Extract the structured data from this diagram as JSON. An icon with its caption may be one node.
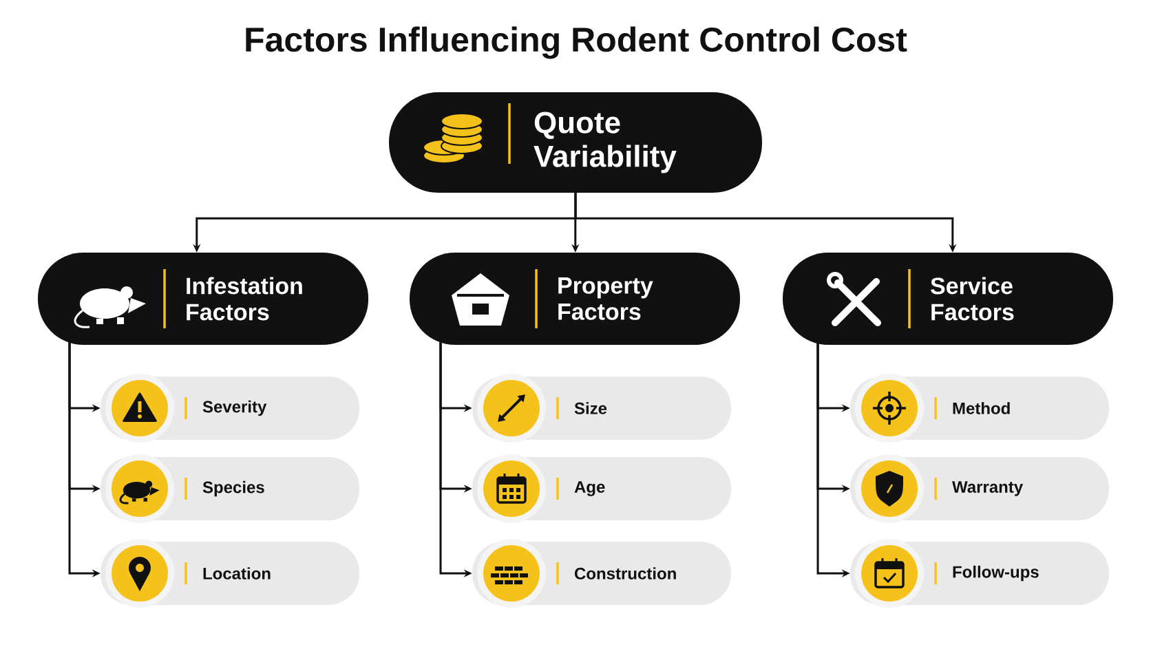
{
  "diagram": {
    "title": "Factors Influencing Rodent Control Cost",
    "nodes": [
      {
        "text": [
          "Quote Variability"
        ]
      },
      {
        "text": [
          "Infestation Factors"
        ]
      },
      {
        "text": [
          "Property Factors"
        ]
      },
      {
        "text": [
          "Service Factors"
        ]
      },
      {
        "text": [
          "Severity"
        ]
      },
      {
        "text": [
          "Species"
        ]
      },
      {
        "text": [
          "Location"
        ]
      },
      {
        "text": [
          "Size"
        ]
      },
      {
        "text": [
          "Age"
        ]
      },
      {
        "text": [
          "Construction"
        ]
      },
      {
        "text": [
          "Method"
        ]
      },
      {
        "text": [
          "Warranty"
        ]
      },
      {
        "text": [
          "Follow-ups"
        ]
      }
    ],
    "edges": [
      {
        "from": 0,
        "to": 1,
        "arrow": "to"
      },
      {
        "from": 0,
        "to": 2,
        "arrow": "to"
      },
      {
        "from": 0,
        "to": 3,
        "arrow": "to"
      },
      {
        "from": 1,
        "to": 4,
        "arrow": "to"
      },
      {
        "from": 1,
        "to": 5,
        "arrow": "to"
      },
      {
        "from": 1,
        "to": 6,
        "arrow": "to"
      },
      {
        "from": 2,
        "to": 7,
        "arrow": "to"
      },
      {
        "from": 2,
        "to": 8,
        "arrow": "to"
      },
      {
        "from": 2,
        "to": 9,
        "arrow": "to"
      },
      {
        "from": 3,
        "to": 10,
        "arrow": "to"
      },
      {
        "from": 3,
        "to": 11,
        "arrow": "to"
      },
      {
        "from": 3,
        "to": 12,
        "arrow": "to"
      }
    ]
  }
}
